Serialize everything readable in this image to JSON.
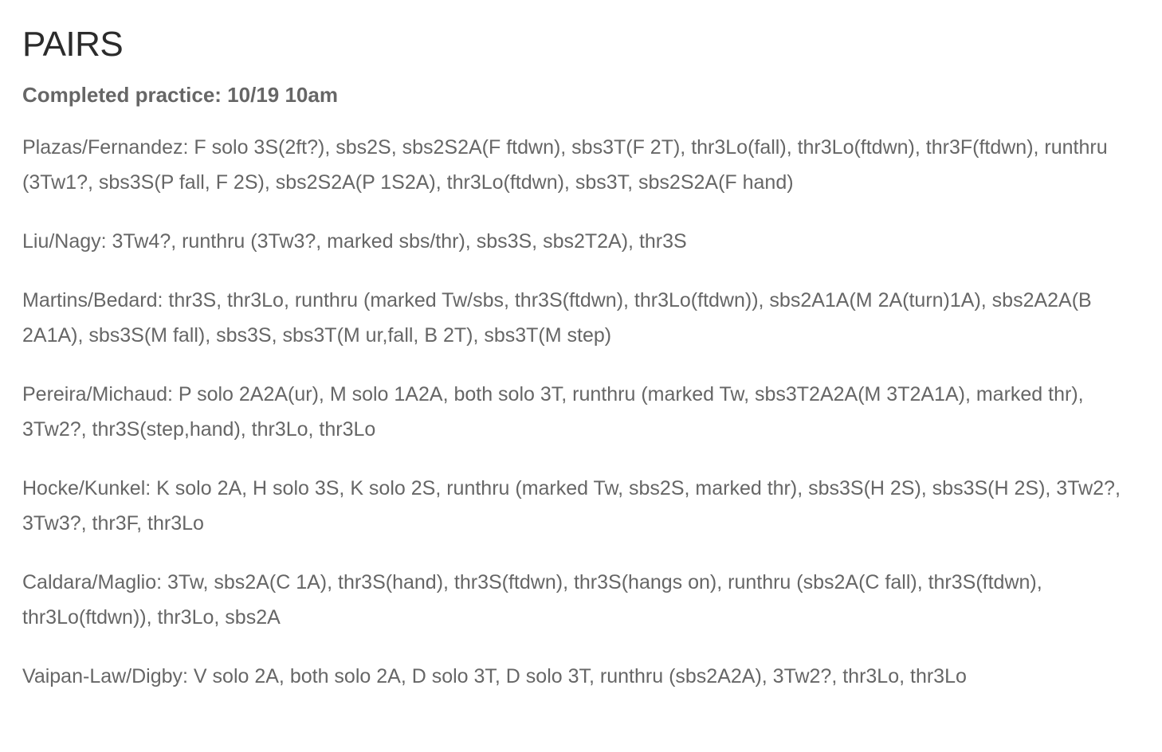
{
  "page": {
    "title": "PAIRS",
    "subtitle": "Completed practice: 10/19 10am"
  },
  "entries": [
    "Plazas/Fernandez: F solo 3S(2ft?), sbs2S, sbs2S2A(F ftdwn), sbs3T(F 2T), thr3Lo(fall), thr3Lo(ftdwn), thr3F(ftdwn), runthru (3Tw1?, sbs3S(P fall, F 2S), sbs2S2A(P 1S2A), thr3Lo(ftdwn), sbs3T, sbs2S2A(F hand)",
    "Liu/Nagy: 3Tw4?, runthru (3Tw3?, marked sbs/thr), sbs3S, sbs2T2A), thr3S",
    "Martins/Bedard: thr3S, thr3Lo, runthru (marked Tw/sbs, thr3S(ftdwn), thr3Lo(ftdwn)), sbs2A1A(M 2A(turn)1A), sbs2A2A(B 2A1A), sbs3S(M fall), sbs3S, sbs3T(M ur,fall, B 2T), sbs3T(M step)",
    "Pereira/Michaud: P solo 2A2A(ur), M solo 1A2A, both solo 3T, runthru (marked Tw, sbs3T2A2A(M 3T2A1A), marked thr), 3Tw2?, thr3S(step,hand), thr3Lo, thr3Lo",
    "Hocke/Kunkel: K solo 2A, H solo 3S, K solo 2S, runthru (marked Tw, sbs2S, marked thr), sbs3S(H 2S), sbs3S(H 2S), 3Tw2?, 3Tw3?, thr3F, thr3Lo",
    "Caldara/Maglio: 3Tw, sbs2A(C 1A), thr3S(hand), thr3S(ftdwn), thr3S(hangs on), runthru (sbs2A(C fall), thr3S(ftdwn), thr3Lo(ftdwn)), thr3Lo, sbs2A",
    "Vaipan-Law/Digby: V solo 2A, both solo 2A, D solo 3T, D solo 3T, runthru (sbs2A2A), 3Tw2?, thr3Lo, thr3Lo"
  ]
}
